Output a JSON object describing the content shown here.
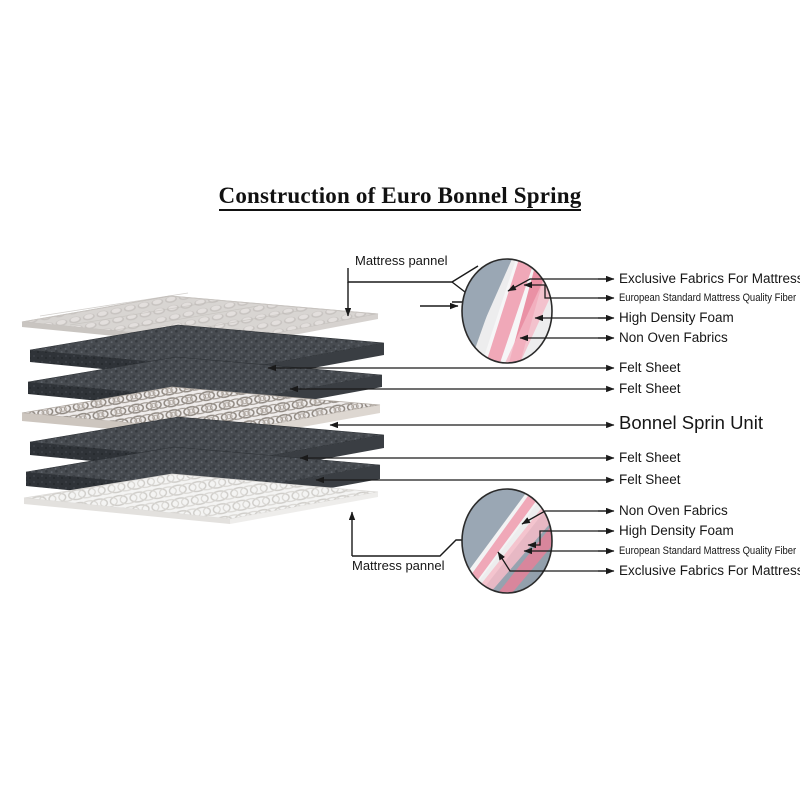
{
  "title": "Construction of Euro Bonnel Spring",
  "diagram": {
    "type": "exploded-layer-diagram",
    "subject": "Euro Bonnel Spring mattress construction",
    "background_color": "#ffffff",
    "line_color": "#1a1a1a"
  },
  "callouts": {
    "top_panel_note": "Mattress pannel",
    "bottom_panel_note": "Mattress pannel"
  },
  "top_detail_labels": [
    "Exclusive Fabrics For Mattress",
    "European Standard Mattress Quality Fiber",
    "High Density Foam",
    "Non Oven Fabrics"
  ],
  "middle_labels": [
    "Felt Sheet",
    "Felt Sheet",
    "Bonnel Sprin Unit",
    "Felt Sheet",
    "Felt Sheet"
  ],
  "bottom_detail_labels": [
    "Non Oven Fabrics",
    "High Density Foam",
    "European Standard Mattress Quality Fiber",
    "Exclusive Fabrics For Mattress"
  ],
  "layers": [
    {
      "name": "Mattress pannel (top)",
      "color": "#cfcbc8"
    },
    {
      "name": "Felt Sheet",
      "color": "#43474c"
    },
    {
      "name": "Felt Sheet",
      "color": "#43474c"
    },
    {
      "name": "Bonnel Sprin Unit",
      "color": "#b9b2ab"
    },
    {
      "name": "Felt Sheet",
      "color": "#43474c"
    },
    {
      "name": "Felt Sheet",
      "color": "#43474c"
    },
    {
      "name": "Mattress pannel (bottom)",
      "color": "#e9e9e7"
    }
  ],
  "detail_circles": {
    "base_color": "#9aa7b4",
    "wedge_light": "#f2f2f2",
    "wedge_pink": "#f0a8b8",
    "wedge_rose": "#e87f97",
    "outline_color": "#2b2b2b"
  }
}
